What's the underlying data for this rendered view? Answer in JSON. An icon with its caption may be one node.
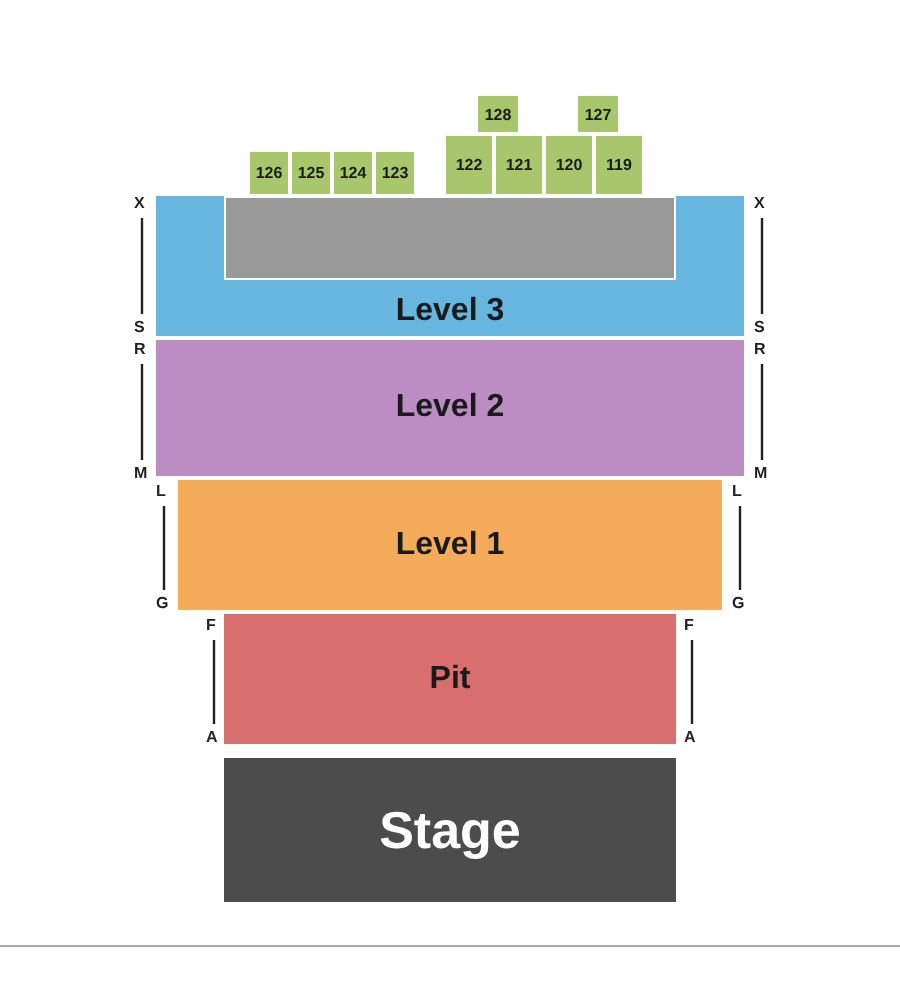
{
  "diagram": {
    "nodes": [
      {
        "text": [
          "128"
        ]
      },
      {
        "text": [
          "127"
        ]
      },
      {
        "text": [
          "126"
        ]
      },
      {
        "text": [
          "125"
        ]
      },
      {
        "text": [
          "124"
        ]
      },
      {
        "text": [
          "123"
        ]
      },
      {
        "text": [
          "122"
        ]
      },
      {
        "text": [
          "121"
        ]
      },
      {
        "text": [
          "120"
        ]
      },
      {
        "text": [
          "119"
        ]
      },
      {
        "text": [
          "Level 3"
        ]
      },
      {
        "text": [],
        "shape": "box",
        "in": 10
      },
      {
        "text": [
          "Level 2"
        ]
      },
      {
        "text": [
          "Level 1"
        ]
      },
      {
        "text": [
          "Pit"
        ]
      },
      {
        "text": [
          "Stage"
        ]
      }
    ],
    "edges": [],
    "labels": [
      "X",
      "X",
      "S",
      "S",
      "R",
      "R",
      "M",
      "M",
      "L",
      "L",
      "G",
      "G",
      "F",
      "F",
      "A",
      "A"
    ]
  }
}
